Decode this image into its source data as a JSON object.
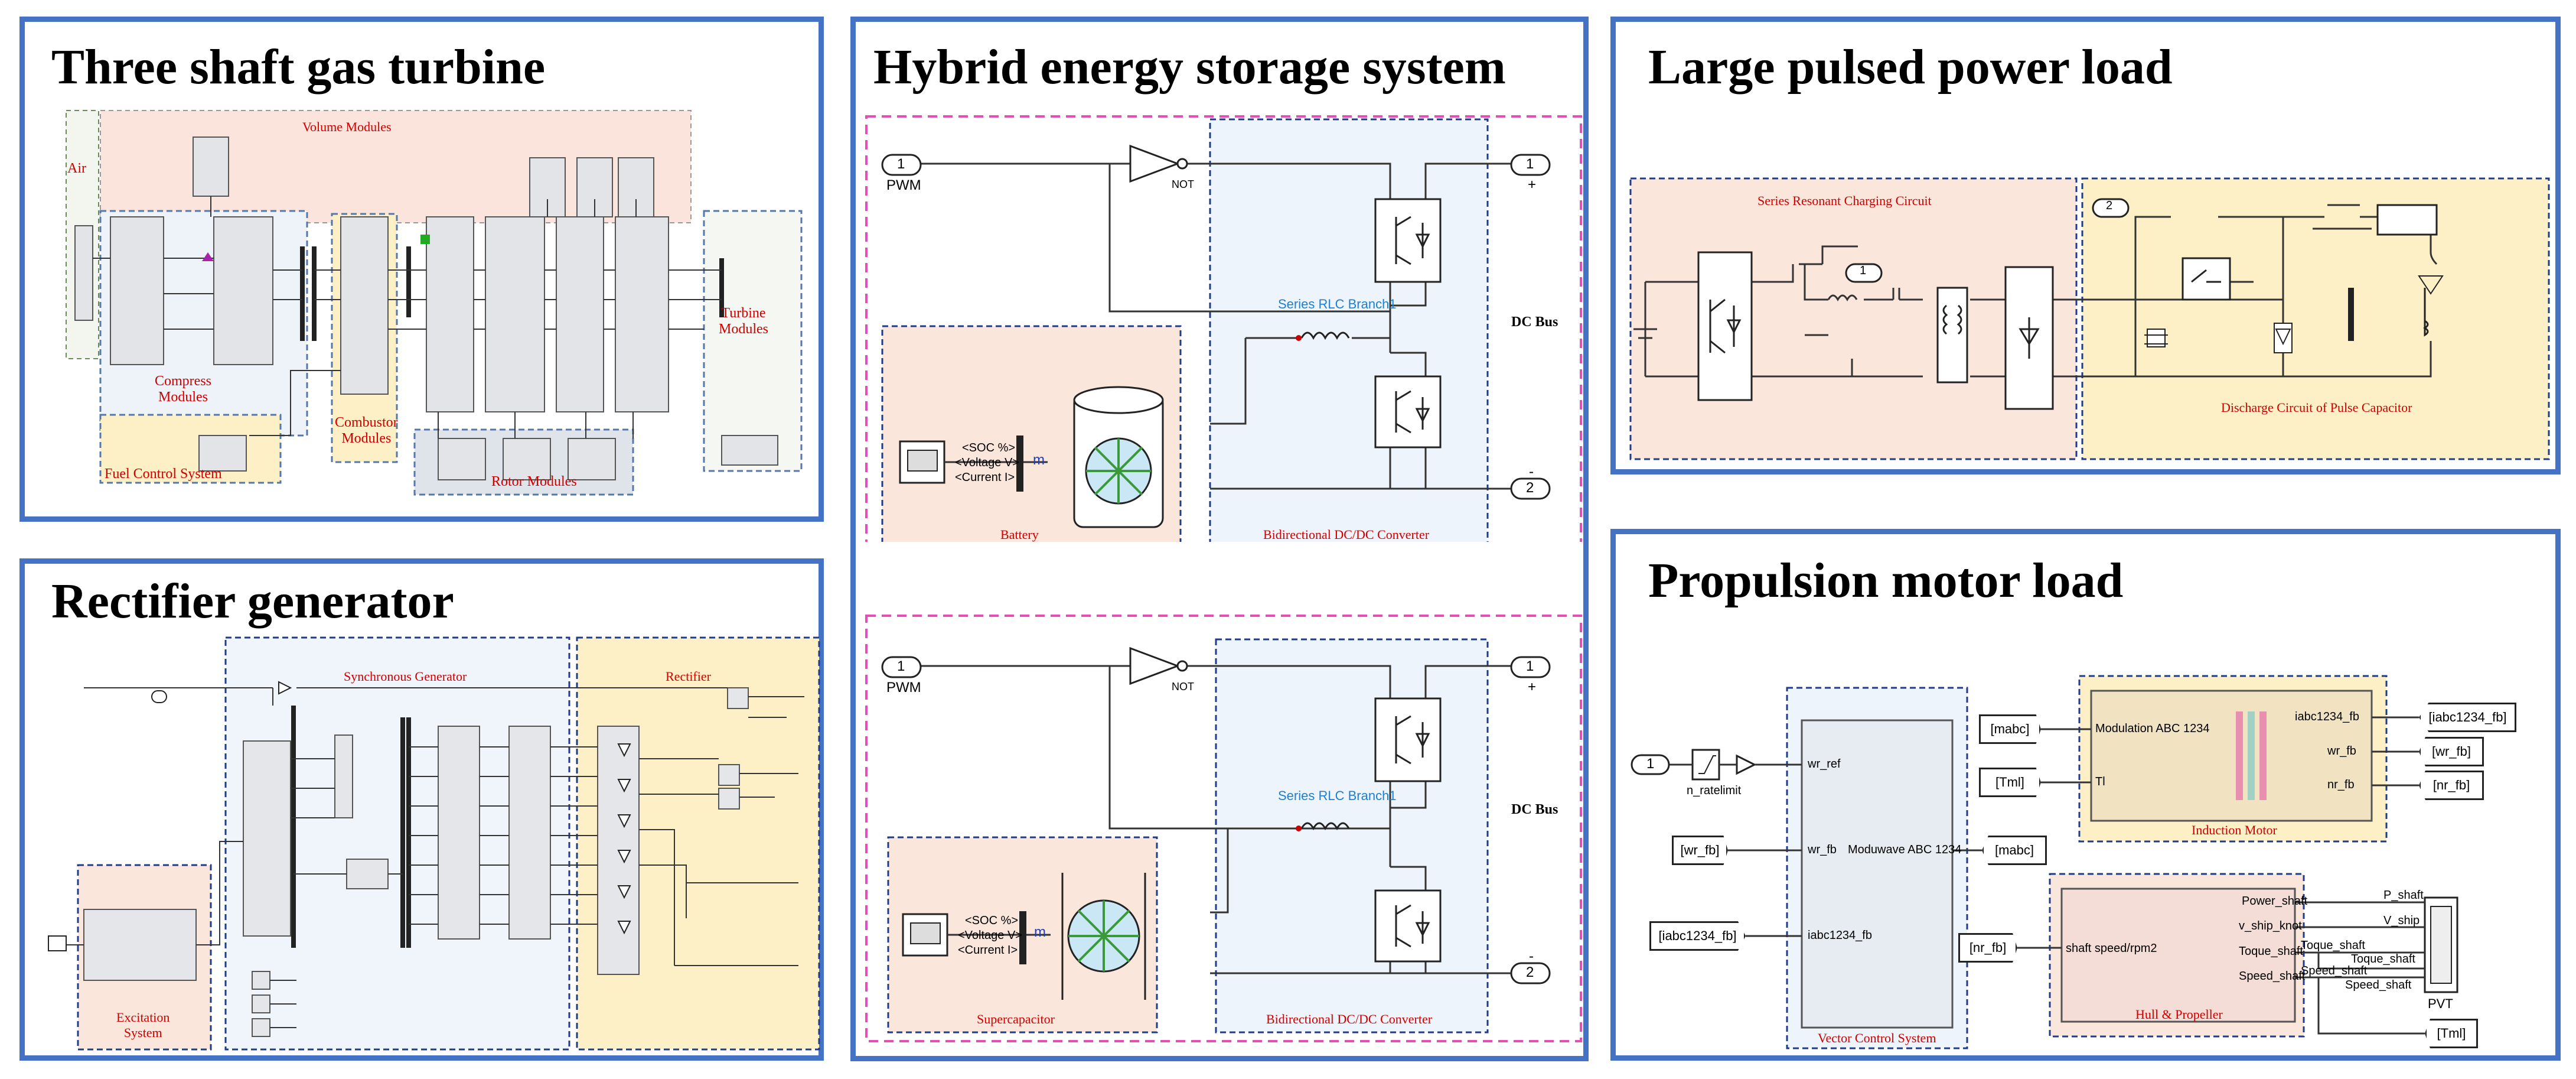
{
  "panels": {
    "gas_turbine": {
      "title": "Three shaft gas turbine",
      "labels": {
        "volume": "Volume Modules",
        "air": "Air",
        "compress": "Compress\nModules",
        "combustor": "Combustor\nModules",
        "turbine": "Turbine\nModules",
        "rotor": "Rotor Modules",
        "fuel": "Fuel Control System"
      }
    },
    "hess": {
      "title": "Hybrid energy storage system",
      "top": {
        "pwm_port": "1",
        "pwm_label": "PWM",
        "not_label": "NOT",
        "out_plus_port": "1",
        "out_plus_sign": "+",
        "out_minus_port": "2",
        "out_minus_sign": "-",
        "rlc_label": "Series RLC Branch1",
        "dcbus": "DC Bus",
        "soc": "<SOC %>",
        "voltage": "<Voltage V>",
        "current": "<Current I>",
        "m": "m",
        "storage_label": "Battery",
        "converter_label": "Bidirectional DC/DC Converter"
      },
      "bottom": {
        "pwm_port": "1",
        "pwm_label": "PWM",
        "not_label": "NOT",
        "out_plus_port": "1",
        "out_plus_sign": "+",
        "out_minus_port": "2",
        "out_minus_sign": "-",
        "rlc_label": "Series RLC Branch1",
        "dcbus": "DC Bus",
        "soc": "<SOC %>",
        "voltage": "<Voltage V>",
        "current": "<Current I>",
        "m": "m",
        "storage_label": "Supercapacitor",
        "converter_label": "Bidirectional DC/DC Converter"
      }
    },
    "pulsed_load": {
      "title": "Large pulsed power load",
      "charging_label": "Series Resonant Charging Circuit",
      "discharge_label": "Discharge Circuit of Pulse Capacitor",
      "port1": "1",
      "port2": "2"
    },
    "rectifier": {
      "title": "Rectifier generator",
      "sync_label": "Synchronous Generator",
      "rect_label": "Rectifier",
      "excitation_label": "Excitation\nSystem"
    },
    "propulsion": {
      "title": "Propulsion motor load",
      "in_port": "1",
      "ratelimit": "n_ratelimit",
      "vcs": {
        "label": "Vector Control System",
        "in_wr_ref": "wr_ref",
        "in_wr_fb": "wr_fb",
        "in_iabc": "iabc1234_fb",
        "out": "Moduwave ABC 1234"
      },
      "from_wr_fb": "[wr_fb]",
      "from_iabc": "[iabc1234_fb]",
      "goto_mabc": "[mabc]",
      "motor": {
        "label": "Induction Motor",
        "from_mabc": "[mabc]",
        "from_tml": "[Tml]",
        "in_mod": "Modulation ABC 1234",
        "in_tl": "Tl",
        "out_iabc": "iabc1234_fb",
        "out_wr": "wr_fb",
        "out_nr": "nr_fb",
        "goto_iabc": "[iabc1234_fb]",
        "goto_wr": "[wr_fb]",
        "goto_nr": "[nr_fb]"
      },
      "hull": {
        "label": "Hull & Propeller",
        "from_nr": "[nr_fb]",
        "in": "shaft speed/rpm2",
        "outs": [
          "Power_shaft",
          "P_shaft",
          "v_ship_knot",
          "V_ship",
          "Toque_shaft",
          "Toque_shaft",
          "Speed_shaft",
          "Speed_shaft"
        ],
        "scope": "PVT",
        "goto_tml": "[Tml]",
        "sig_toque": "Toque_shaft",
        "sig_speed": "Speed_shaft"
      }
    }
  }
}
